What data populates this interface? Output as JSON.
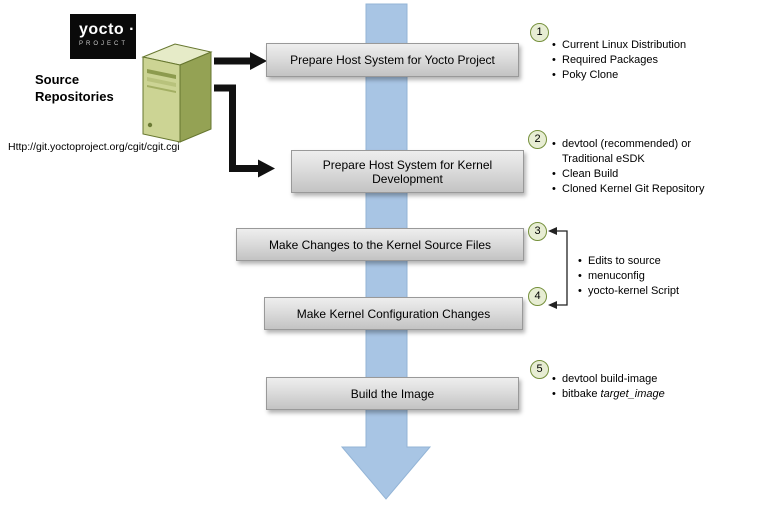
{
  "colors": {
    "arrow-blue": "#a8c5e4",
    "arrow-blue-edge": "#93b4d6",
    "circle-fill": "#e7edd3",
    "circle-border": "#75903c",
    "box-border": "#999999",
    "server-front": "#ccd494",
    "server-side": "#94a254",
    "server-top": "#e6ebc8",
    "server-outline": "#66762f",
    "logo-bg": "#0a0a0a",
    "black-arrow": "#111111"
  },
  "logo": {
    "brand": "yocto ·",
    "sub": "PROJECT"
  },
  "source_repos": {
    "label": "Source Repositories",
    "url": "Http://git.yoctoproject.org/cgit/cgit.cgi"
  },
  "steps": [
    {
      "num": "1",
      "label": "Prepare Host System for Yocto Project",
      "bullets": [
        "Current Linux Distribution",
        "Required Packages",
        "Poky Clone"
      ]
    },
    {
      "num": "2",
      "label": "Prepare Host System for Kernel Development",
      "bullets": [
        "devtool (recommended) or Traditional eSDK",
        "Clean Build",
        "Cloned Kernel Git Repository"
      ]
    },
    {
      "num": "3",
      "label": "Make Changes to the Kernel Source Files",
      "bullets": []
    },
    {
      "num": "4",
      "label": "Make Kernel Configuration Changes",
      "bullets": []
    },
    {
      "num": "5",
      "label": "Build the Image",
      "bullets": [
        "devtool build-image",
        {
          "prefix": "bitbake ",
          "italic": "target_image"
        }
      ]
    }
  ],
  "shared_bullets_steps_3_4": [
    "Edits to source",
    "menuconfig",
    "yocto-kernel Script"
  ]
}
